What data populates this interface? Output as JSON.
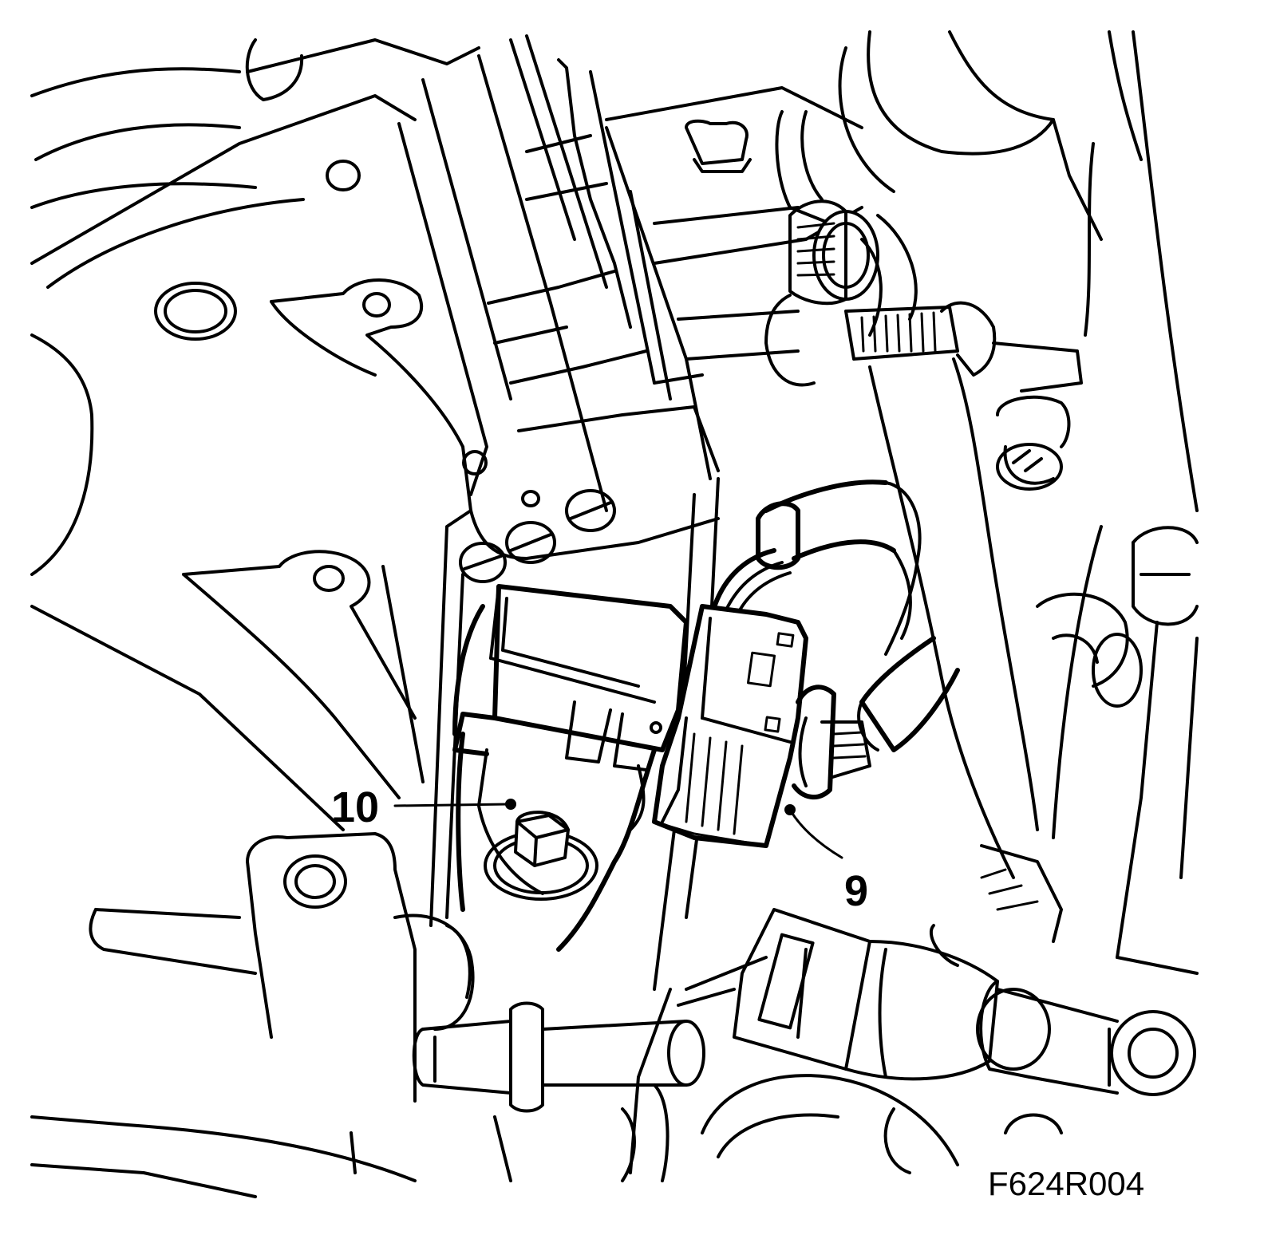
{
  "callouts": [
    {
      "id": "10",
      "label": "10"
    },
    {
      "id": "9",
      "label": "9"
    }
  ],
  "figure_code": "F624R004",
  "colors": {
    "line": "#000000",
    "background": "#ffffff"
  }
}
